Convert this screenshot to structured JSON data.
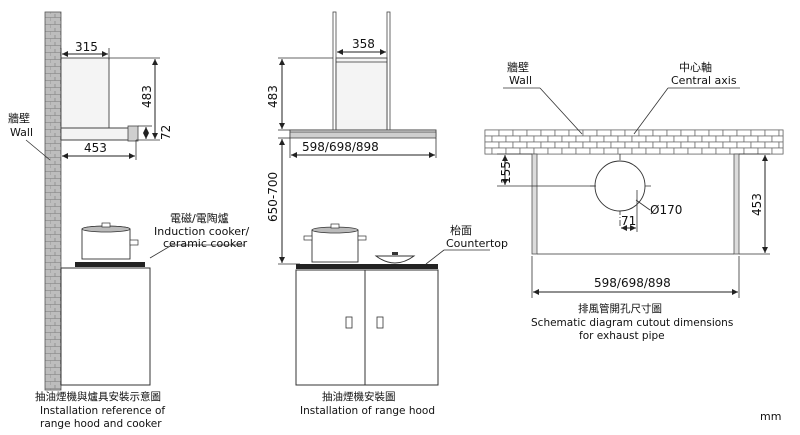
{
  "unit": "mm",
  "side_view": {
    "dim_depth": "315",
    "dim_height": "483",
    "dim_thickness": "72",
    "dim_depth_total": "453",
    "wall_zh": "牆壁",
    "wall_en": "Wall",
    "cooker_zh": "電磁/電陶爐",
    "cooker_en_1": "Induction cooker/",
    "cooker_en_2": "ceramic cooker",
    "caption_zh": "抽油煙機與爐具安裝示意圖",
    "caption_en_1": "Installation reference of",
    "caption_en_2": "range hood and cooker"
  },
  "front_view": {
    "dim_chimney": "358",
    "dim_height": "483",
    "dim_width": "598/698/898",
    "dim_clearance": "650-700",
    "countertop_zh": "枱面",
    "countertop_en": "Countertop",
    "caption_zh": "抽油煙機安裝圖",
    "caption_en": "Installation of range hood"
  },
  "cutout_view": {
    "wall_zh": "牆壁",
    "wall_en": "Wall",
    "axis_zh": "中心軸",
    "axis_en": "Central axis",
    "dim_top": "155",
    "dim_offset": "71",
    "dim_diameter": "Ø170",
    "dim_height": "453",
    "dim_width": "598/698/898",
    "caption_zh": "排風管開孔尺寸圖",
    "caption_en_1": "Schematic diagram cutout dimensions",
    "caption_en_2": "for exhaust pipe"
  }
}
